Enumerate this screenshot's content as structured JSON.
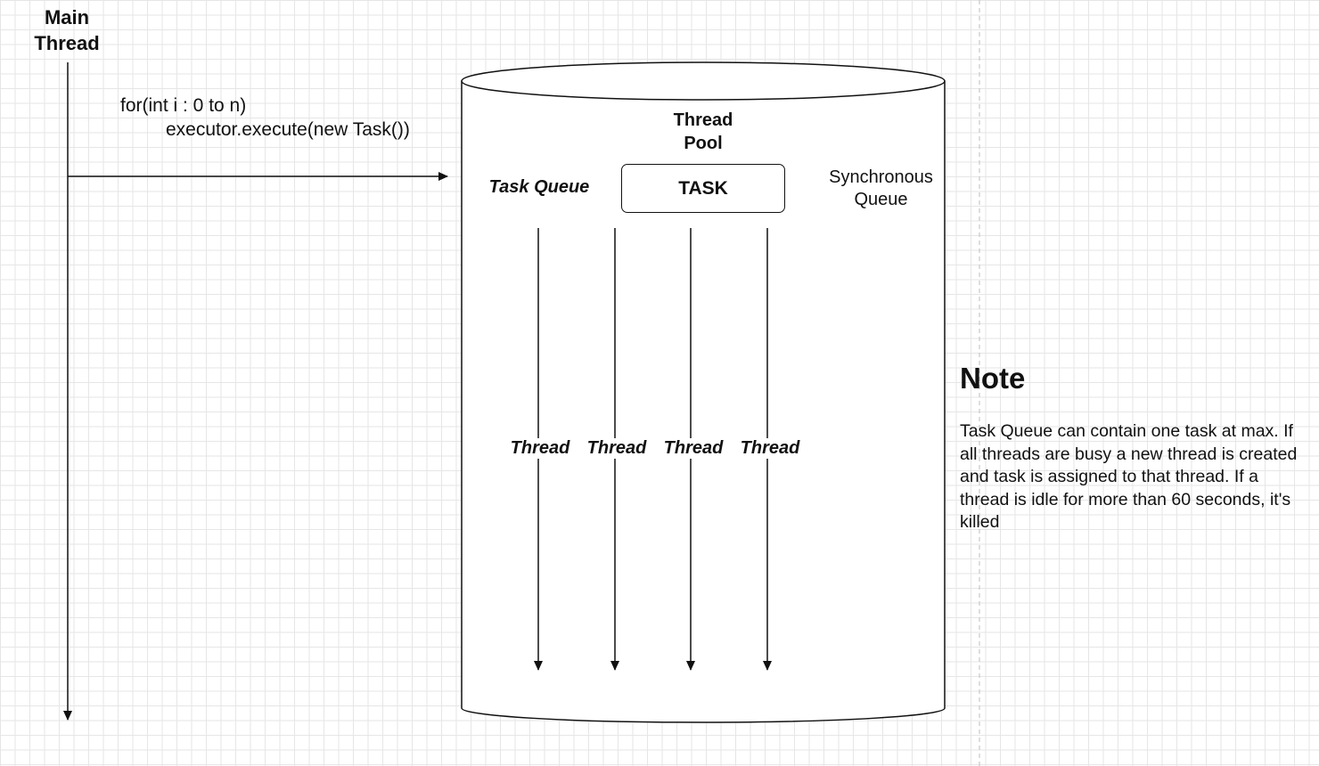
{
  "main_thread": {
    "label": "Main\nThread"
  },
  "code": {
    "line1": "for(int i : 0 to n)",
    "line2": "executor.execute(new Task())"
  },
  "thread_pool": {
    "title": "Thread\nPool",
    "task_queue_label": "Task Queue",
    "task_label": "TASK",
    "sync_queue_label": "Synchronous\nQueue",
    "threads": [
      "Thread",
      "Thread",
      "Thread",
      "Thread"
    ]
  },
  "note": {
    "title": "Note",
    "body": "Task Queue can contain one task at max. If all threads are busy a new thread is created and task is assigned to that thread. If a thread is idle for more than 60 seconds, it's killed"
  },
  "colors": {
    "stroke": "#111111",
    "grid": "#e6e6e6",
    "background": "#ffffff"
  }
}
